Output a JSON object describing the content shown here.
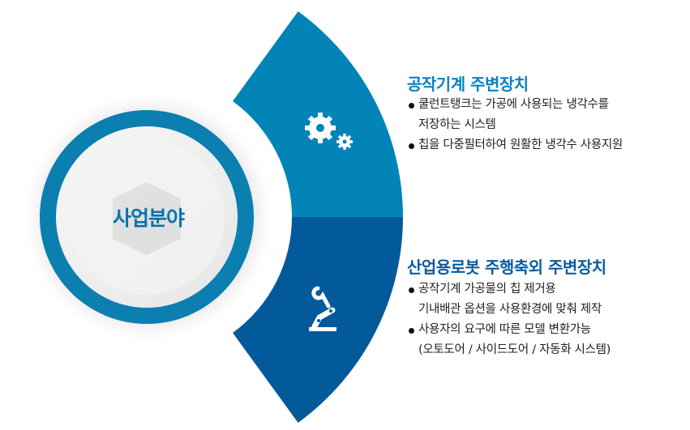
{
  "center": {
    "label": "사업분야"
  },
  "colors": {
    "segment_top": "#0284b8",
    "segment_bottom": "#035a9b",
    "ring": "#0a7fb0"
  },
  "sections": [
    {
      "icon": "gears-icon",
      "title": "공작기계 주변장치",
      "bullets": [
        {
          "lines": [
            "쿨런트탱크는 가공에 사용되는 냉각수를",
            "저장하는 시스템"
          ]
        },
        {
          "lines": [
            "칩을 다중필터하여 원활한 냉각수 사용지원"
          ]
        }
      ]
    },
    {
      "icon": "robot-arm-wrench-icon",
      "title": "산업용로봇 주행축외 주변장치",
      "bullets": [
        {
          "lines": [
            "공작기계 가공물의 칩 제거용",
            "기내배관 옵션을 사용환경에 맞춰 제작"
          ]
        },
        {
          "lines": [
            "사용자의 요구에 따른 모델 변환가능",
            "(오토도어 / 사이드도어 / 자동화 시스템)"
          ]
        }
      ]
    }
  ]
}
